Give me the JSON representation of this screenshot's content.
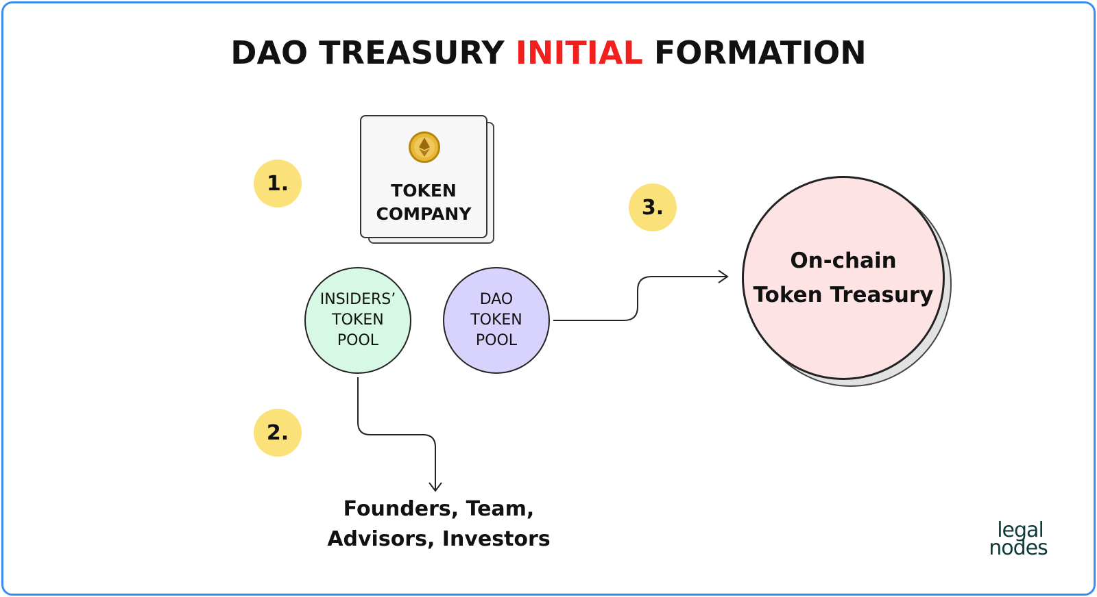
{
  "title": {
    "part1": "DAO TREASURY ",
    "highlight": "INITIAL",
    "part2": " FORMATION"
  },
  "badges": [
    "1.",
    "2.",
    "3."
  ],
  "token_company": {
    "label": "TOKEN\nCOMPANY",
    "icon": "ethereum-coin-icon"
  },
  "insiders_pool": {
    "label": "INSIDERS’\nTOKEN\nPOOL",
    "color": "#d6f8e4"
  },
  "dao_pool": {
    "label": "DAO\nTOKEN\nPOOL",
    "color": "#d8d3fc"
  },
  "treasury": {
    "label": "On-chain\nToken Treasury",
    "color": "#fde3e3"
  },
  "recipients": "Founders, Team,\nAdvisors, Investors",
  "logo": {
    "line1": "legal",
    "line2": "nodes"
  },
  "colors": {
    "border": "#3b8cf0",
    "highlight": "#f0201e",
    "badge": "#fbe17a"
  }
}
